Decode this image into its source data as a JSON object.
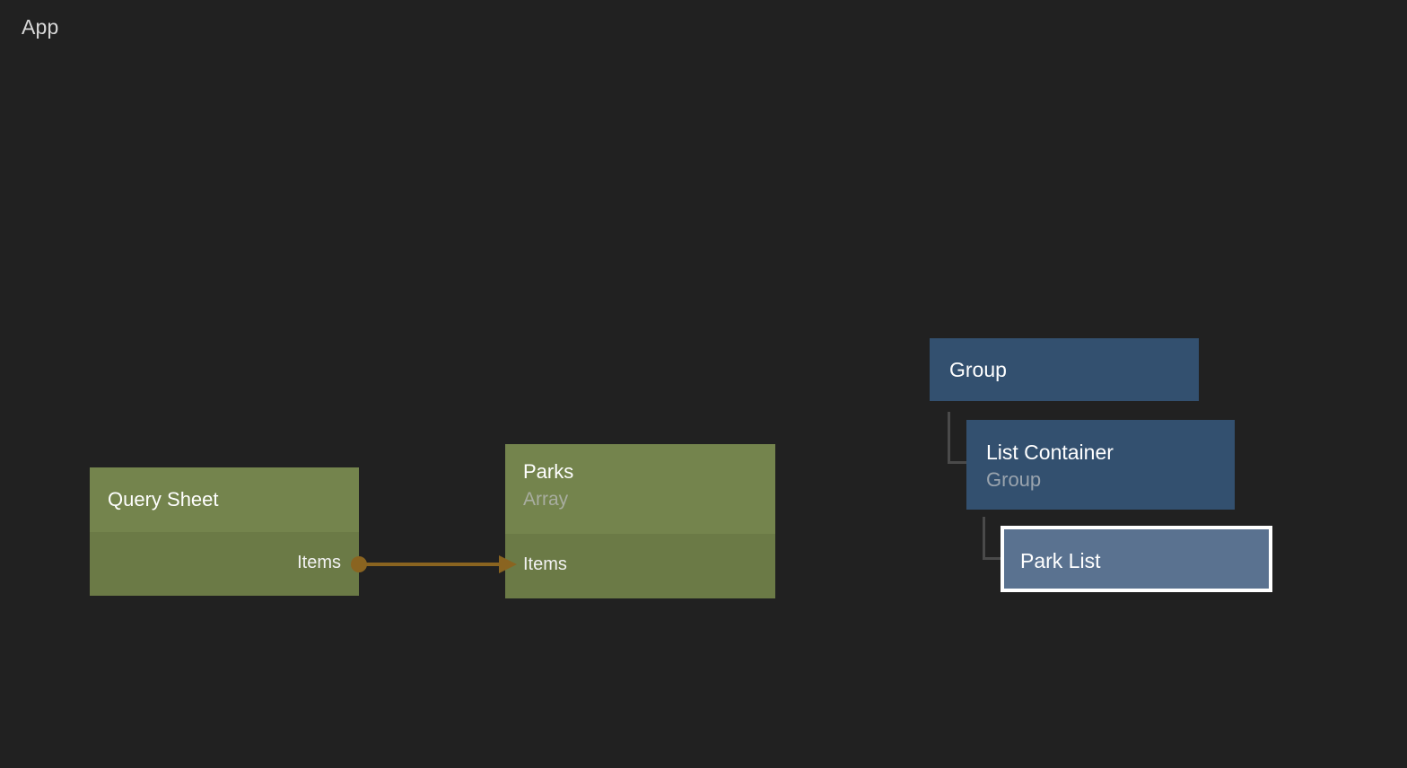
{
  "app": {
    "title": "App",
    "background_color": "#212121"
  },
  "colors": {
    "canvas_background": "#212121",
    "data_node_header": "#74844d",
    "data_node_body": "#6b7a46",
    "tree_node": "#33506f",
    "tree_node_selected": "#5a7290",
    "selection_outline": "#ffffff",
    "edge": "#8a6420",
    "tree_connector": "#4a4a4a",
    "text_primary": "#ffffff",
    "text_secondary": "#a8ada0"
  },
  "graph": {
    "nodes": [
      {
        "id": "query-sheet",
        "title": "Query Sheet",
        "subtitle": "",
        "ports": [
          {
            "label": "Items",
            "direction": "output"
          }
        ]
      },
      {
        "id": "parks",
        "title": "Parks",
        "subtitle": "Array",
        "ports": [
          {
            "label": "Items",
            "direction": "input"
          }
        ]
      }
    ],
    "edges": [
      {
        "id": "items-to-items",
        "from_node": "query-sheet",
        "from_port": "Items",
        "to_node": "parks",
        "to_port": "Items",
        "color": "#8a6420"
      }
    ]
  },
  "component_tree": {
    "nodes": [
      {
        "id": "group",
        "title": "Group",
        "subtitle": "",
        "depth": 0,
        "selected": false
      },
      {
        "id": "list-container",
        "title": "List Container",
        "subtitle": "Group",
        "depth": 1,
        "selected": false
      },
      {
        "id": "park-list",
        "title": "Park List",
        "subtitle": "",
        "depth": 2,
        "selected": true
      }
    ]
  }
}
